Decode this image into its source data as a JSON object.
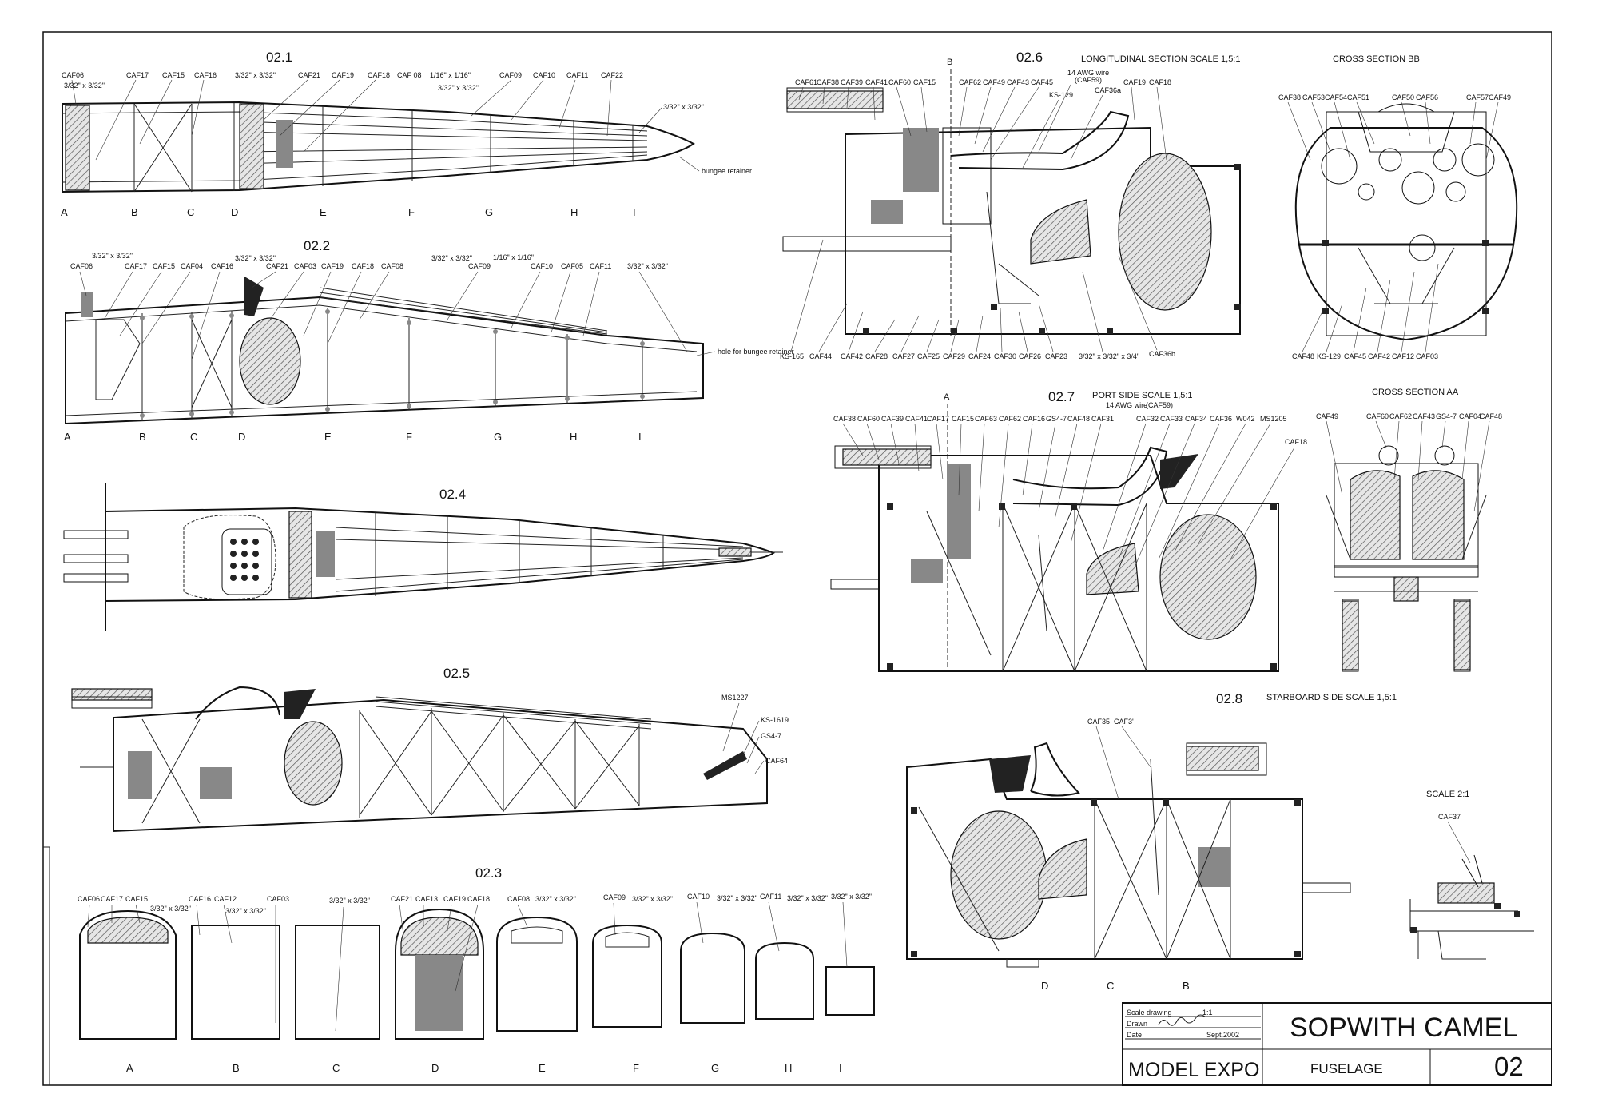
{
  "views": {
    "v021": {
      "title": "02.1",
      "parts": [
        "CAF06",
        "CAF17",
        "CAF15",
        "CAF16",
        "3/32\" x 3/32\"",
        "CAF21",
        "CAF19",
        "CAF18",
        "CAF 08",
        "1/16\" x 1/16\"",
        "CAF09",
        "CAF10",
        "CAF11",
        "CAF22"
      ],
      "notes": [
        "3/32\" x 3/32\"",
        "3/32\" x 3/32\"",
        "3/32\" x 3/32\"",
        "bungee retainer"
      ],
      "stations": [
        "A",
        "B",
        "C",
        "D",
        "E",
        "F",
        "G",
        "H",
        "I"
      ]
    },
    "v022": {
      "title": "02.2",
      "parts": [
        "CAF06",
        "CAF17",
        "CAF15",
        "CAF04",
        "CAF16",
        "CAF21",
        "CAF03",
        "CAF19",
        "CAF18",
        "CAF08",
        "CAF09",
        "CAF10",
        "CAF05",
        "CAF11"
      ],
      "notes": [
        "3/32\" x 3/32\"",
        "3/32\" x 3/32\"",
        "3/32\" x 3/32\"",
        "1/16\" x 1/16\"",
        "3/32\" x 3/32\"",
        "KS-165",
        "hole for bungee retainer"
      ],
      "stations": [
        "A",
        "B",
        "C",
        "D",
        "E",
        "F",
        "G",
        "H",
        "I"
      ]
    },
    "v024": {
      "title": "02.4"
    },
    "v025": {
      "title": "02.5",
      "parts": [
        "MS1227",
        "KS-1619",
        "GS4-7",
        "CAF64"
      ]
    },
    "v023": {
      "title": "02.3",
      "parts": [
        "CAF06",
        "CAF17",
        "CAF15",
        "CAF16",
        "CAF12",
        "CAF03",
        "CAF21",
        "CAF13",
        "CAF19",
        "CAF18",
        "CAF08",
        "CAF09",
        "CAF10",
        "CAF11"
      ],
      "notes": [
        "3/32\" x 3/32\"",
        "3/32\" x 3/32\"",
        "3/32\" x 3/32\"",
        "3/32\" x 3/32\"",
        "3/32\" x 3/32\"",
        "3/32\" x 3/32\"",
        "3/32\" x 3/32\"",
        "3/32\" x 3/32\""
      ],
      "stations": [
        "A",
        "B",
        "C",
        "D",
        "E",
        "F",
        "G",
        "H",
        "I"
      ]
    },
    "v026": {
      "title": "02.6",
      "subtitle": "LONGITUDINAL SECTION  SCALE  1,5:1",
      "marker": "B",
      "parts_top": [
        "CAF61",
        "CAF38",
        "CAF39",
        "CAF41",
        "CAF60",
        "CAF15",
        "CAF62",
        "CAF49",
        "CAF43",
        "CAF45",
        "CAF19",
        "CAF18"
      ],
      "wire": "14 AWG wire",
      "wire_ref": "(CAF59)",
      "parts_mid": [
        "KS-129",
        "CAF36a"
      ],
      "parts_bottom": [
        "KS-165",
        "CAF44",
        "CAF42",
        "CAF28",
        "CAF27",
        "CAF25",
        "CAF29",
        "CAF24",
        "CAF30",
        "CAF26",
        "CAF23",
        "3/32\" x 3/32\" x 3/4\"",
        "CAF36b"
      ]
    },
    "vBB": {
      "title": "CROSS SECTION  BB",
      "parts_top": [
        "CAF38",
        "CAF53",
        "CAF54",
        "CAF51",
        "CAF50",
        "CAF56",
        "CAF57",
        "CAF49"
      ],
      "parts_bottom": [
        "CAF48",
        "KS-129",
        "CAF45",
        "CAF42",
        "CAF12",
        "CAF03"
      ]
    },
    "v027": {
      "title": "02.7",
      "subtitle": "PORT SIDE  SCALE 1,5:1",
      "marker": "A",
      "wire": "14 AWG wire",
      "wire_ref": "(CAF59)",
      "parts_top": [
        "CAF38",
        "CAF60",
        "CAF39",
        "CAF41",
        "CAF17",
        "CAF15",
        "CAF63",
        "CAF62",
        "CAF16",
        "GS4-7",
        "CAF48",
        "CAF31",
        "CAF32",
        "CAF33",
        "CAF34",
        "CAF36",
        "W042",
        "MS1205"
      ],
      "parts_side": [
        "CAF18"
      ]
    },
    "vAA": {
      "title": "CROSS SECTION  AA",
      "parts_top": [
        "CAF49",
        "CAF60",
        "CAF62",
        "CAF43",
        "GS4-7",
        "CAF04",
        "CAF48"
      ]
    },
    "v028": {
      "title": "02.8",
      "subtitle": "STARBOARD SIDE  SCALE 1,5:1",
      "parts_top": [
        "CAF35",
        "CAF3'"
      ],
      "stations": [
        "D",
        "C",
        "B"
      ]
    },
    "vScale": {
      "title": "SCALE  2:1",
      "parts": [
        "CAF37"
      ]
    }
  },
  "title_block": {
    "scale_label": "Scale drawing",
    "scale_value": "1:1",
    "drawn_label": "Drawn",
    "date_label": "Date",
    "date_value": "Sept.2002",
    "company": "MODEL EXPO",
    "aircraft": "SOPWITH CAMEL",
    "sheet_name": "FUSELAGE",
    "sheet_number": "02"
  }
}
